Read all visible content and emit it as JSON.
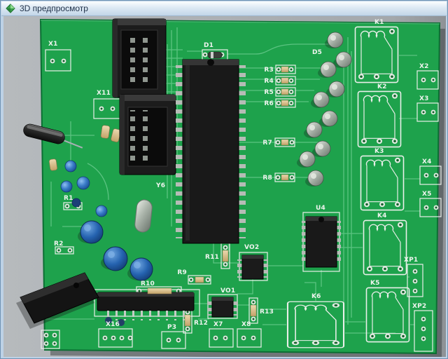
{
  "window": {
    "title": "3D предпросмотр"
  },
  "colors": {
    "pcb_green": "#1ea24c",
    "titlebar_blue": "#c2d6e9",
    "silkscreen": "#e9efe9"
  },
  "board": {
    "labels": {
      "x1": "X1",
      "x11": "X11",
      "d1": "D1",
      "d5": "D5",
      "r1": "R1",
      "r2": "R2",
      "r3": "R3",
      "r4": "R4",
      "r5": "R5",
      "r6": "R6",
      "r7": "R7",
      "r8": "R8",
      "r9": "R9",
      "r10": "R10",
      "r11": "R11",
      "r12": "R12",
      "r13": "R13",
      "k1": "K1",
      "k2": "K2",
      "k3": "K3",
      "k4": "K4",
      "k5": "K5",
      "k6": "K6",
      "x2": "X2",
      "x3": "X3",
      "x4": "X4",
      "x5": "X5",
      "x7": "X7",
      "x8": "X8",
      "x16": "X16",
      "xp1": "XP1",
      "xp2": "XP2",
      "p3": "P3",
      "u4": "U4",
      "vo1": "VO1",
      "vo2": "VO2",
      "y6": "Y6"
    }
  }
}
